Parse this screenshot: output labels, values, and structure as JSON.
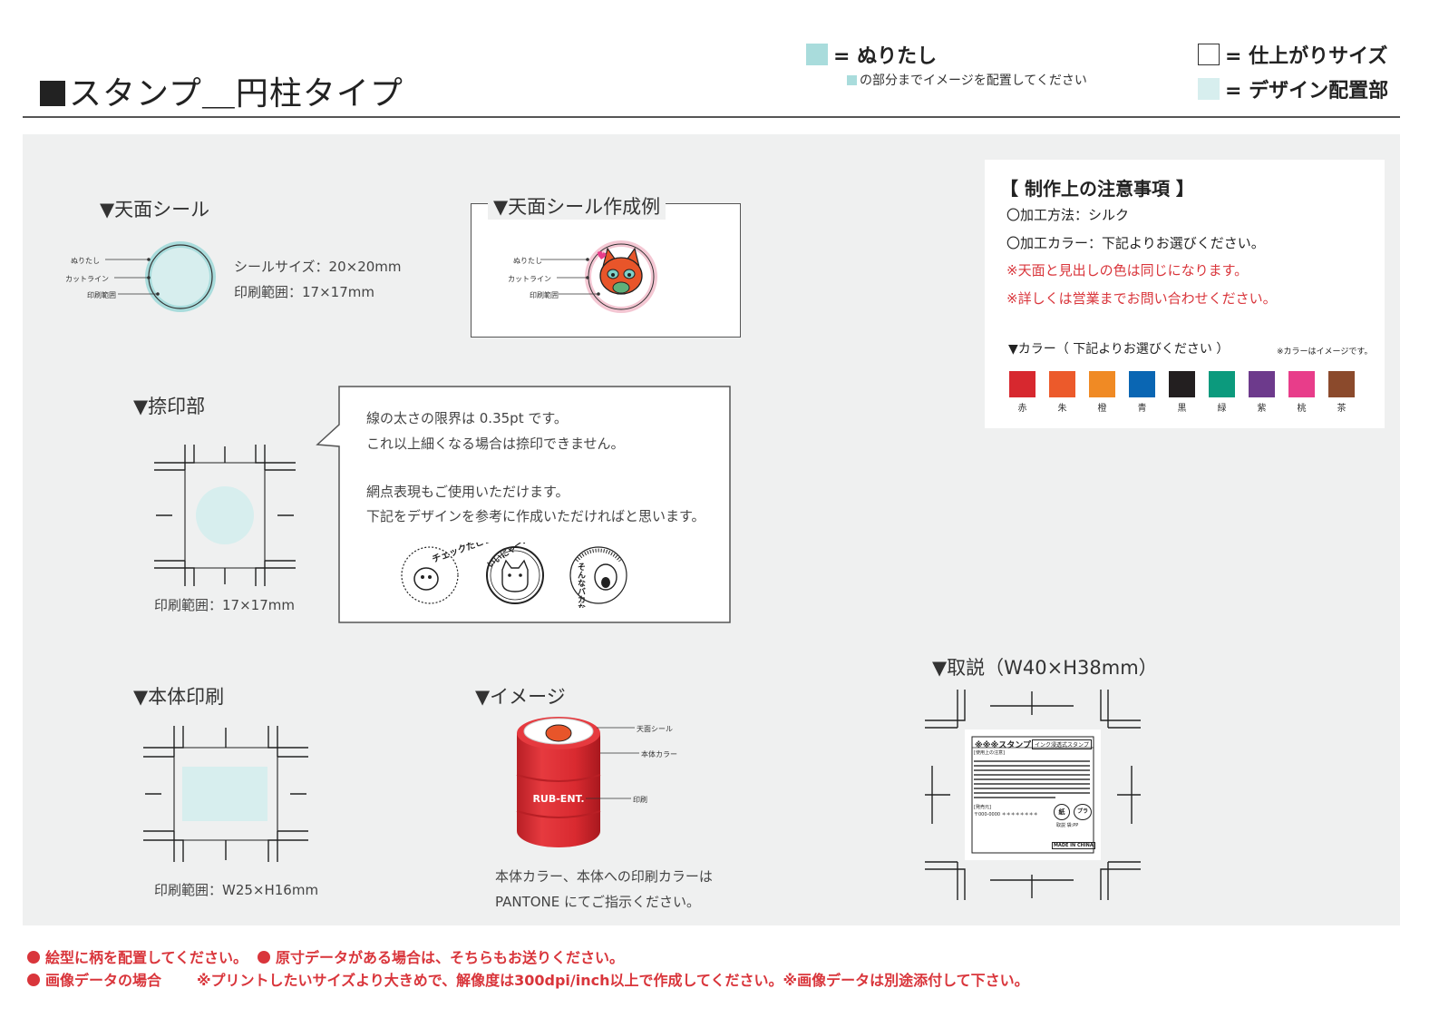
{
  "header": {
    "title": "スタンプ＿円柱タイプ",
    "legend": {
      "nuritashi": "= ぬりたし",
      "nuritashi_note": "の部分までイメージを配置してください",
      "shiagari": "= 仕上がりサイズ",
      "design": "= デザイン配置部"
    }
  },
  "tenmen": {
    "heading": "▼天面シール",
    "labels": [
      "ぬりたし",
      "カットライン",
      "印刷範囲"
    ],
    "size": "シールサイズ：20×20mm",
    "print": "印刷範囲：17×17mm"
  },
  "tenmen_example": {
    "heading": "▼天面シール作成例",
    "labels": [
      "ぬりたし",
      "カットライン",
      "印刷範囲"
    ]
  },
  "natsuin": {
    "heading": "▼捺印部",
    "print": "印刷範囲：17×17mm",
    "bubble": [
      "線の太さの限界は 0.35pt です。",
      "これ以上細くなる場合は捺印できません。",
      "網点表現もご使用いただけます。",
      "下記をデザインを参考に作成いただければと思います。"
    ],
    "samples": [
      "チェックだビョン!",
      "いいにゃー!",
      "そんなバカな"
    ]
  },
  "hontai": {
    "heading": "▼本体印刷",
    "print": "印刷範囲：W25×H16mm"
  },
  "image": {
    "heading": "▼イメージ",
    "labels": [
      "天面シール",
      "本体カラー",
      "印刷"
    ],
    "body_text": "RUB-ENT.",
    "note1": "本体カラー、本体への印刷カラーは",
    "note2": "PANTONE にてご指示ください。"
  },
  "torisetsu": {
    "heading": "▼取説（W40×H38mm）",
    "card_title": "※※※スタンプ",
    "card_badge": "インク浸透式スタンプ",
    "card_section1": "[使用上の注意]",
    "card_section2": "[発売元]",
    "card_zip": "〒000-0000 ＊＊＊＊＊＊＊＊",
    "card_recycle1": "紙",
    "card_recycle2": "プラ",
    "card_recycle_sub": "取説  袋:PP",
    "card_made": "MADE IN CHINA"
  },
  "notes": {
    "title": "【 制作上の注意事項 】",
    "lines": [
      "〇加工方法：シルク",
      "〇加工カラー：下記よりお選びください。"
    ],
    "red_lines": [
      "※天面と見出しの色は同じになります。",
      "※詳しくは営業までお問い合わせください。"
    ],
    "color_heading": "▼カラー（ 下記よりお選びください ）",
    "color_note": "※カラーはイメージです。",
    "colors": [
      {
        "name": "赤",
        "hex": "#d7282f"
      },
      {
        "name": "朱",
        "hex": "#ec5a2b"
      },
      {
        "name": "橙",
        "hex": "#f08a24"
      },
      {
        "name": "青",
        "hex": "#0a66b3"
      },
      {
        "name": "黒",
        "hex": "#231f20"
      },
      {
        "name": "緑",
        "hex": "#0c9a7d"
      },
      {
        "name": "紫",
        "hex": "#6d3a8c"
      },
      {
        "name": "桃",
        "hex": "#e83d8a"
      },
      {
        "name": "茶",
        "hex": "#8b4a2c"
      }
    ]
  },
  "footer": {
    "line1a": "絵型に柄を配置してください。",
    "line1b": "原寸データがある場合は、そちらもお送りください。",
    "line2a": "画像データの場合",
    "line2b": "※プリントしたいサイズより大きめで、解像度は300dpi/inch以上で作成してください。※画像データは別途添付して下さい。"
  }
}
